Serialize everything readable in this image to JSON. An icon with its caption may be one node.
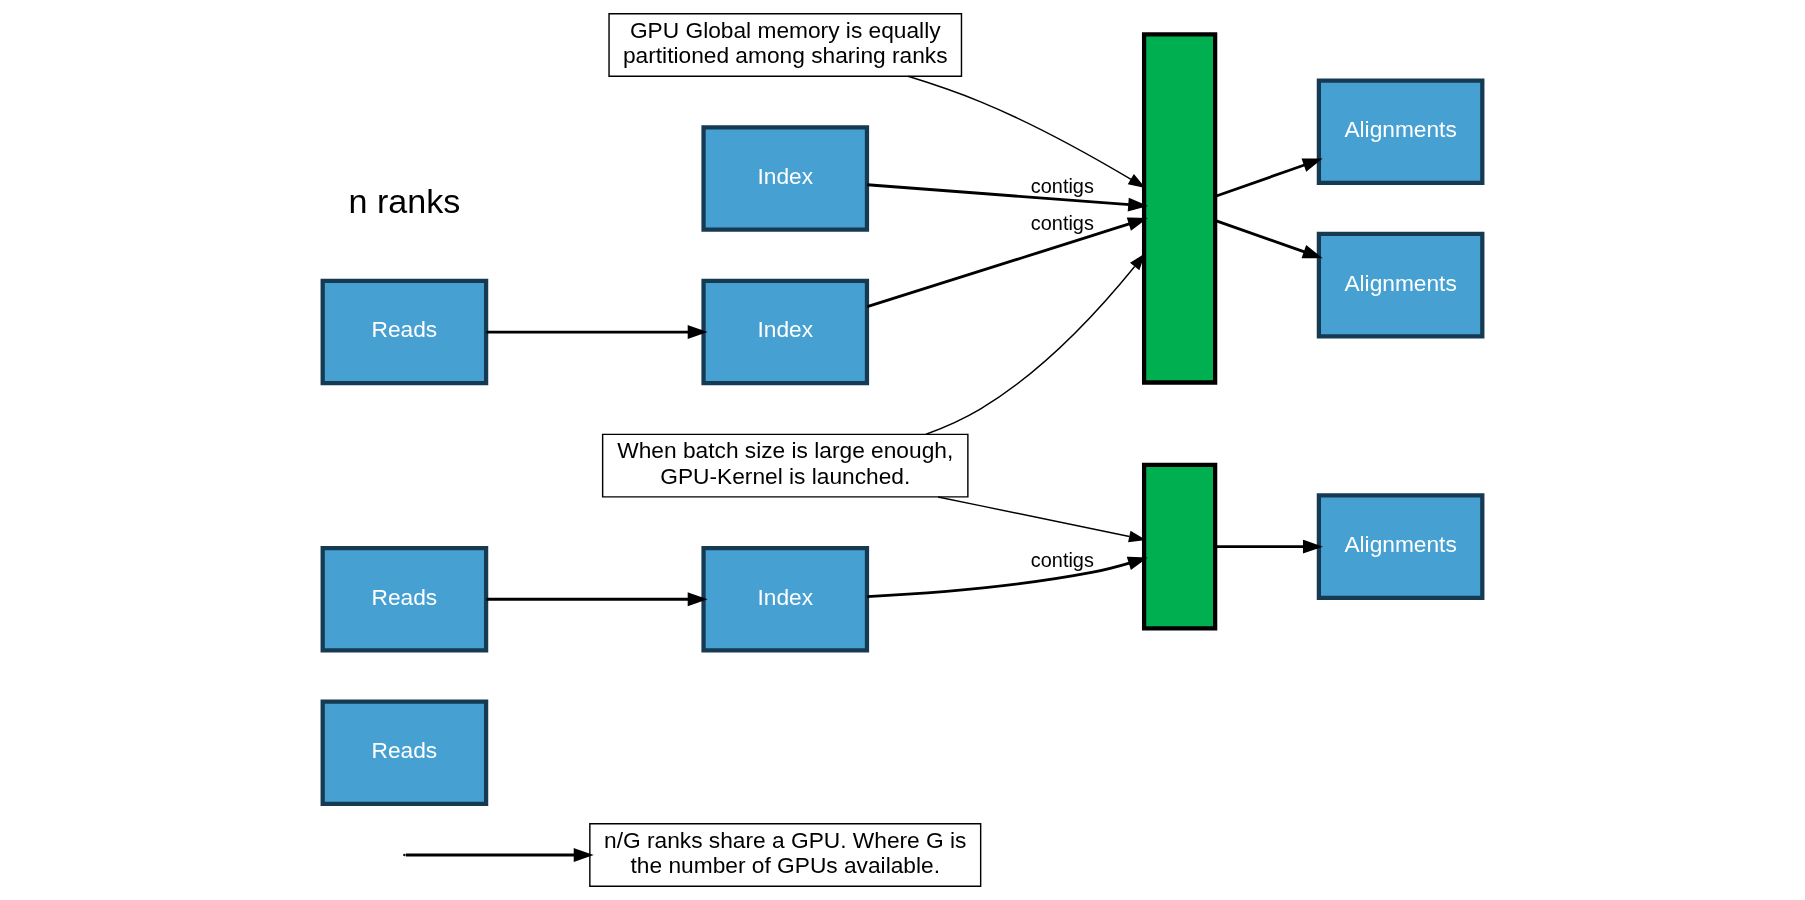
{
  "diagram": {
    "nodes": [
      {
        "text": [
          "n/G ranks share a GPU. Where G is the number of GPUs available."
        ]
      },
      {
        "text": [
          "Reads"
        ]
      },
      {
        "text": [
          "Index"
        ]
      },
      {
        "text": [],
        "shape": "bar"
      },
      {
        "text": [
          "Alignments"
        ]
      },
      {
        "text": [
          "Reads"
        ]
      },
      {
        "text": [
          "Index"
        ]
      },
      {
        "text": [
          "Alignments"
        ]
      },
      {
        "text": [
          "Reads"
        ]
      },
      {
        "text": [
          "Index"
        ]
      },
      {
        "text": [],
        "shape": "bar"
      },
      {
        "text": [
          "Alignments"
        ]
      },
      {
        "text": [
          "When batch size is large enough, GPU-Kernel is launched."
        ]
      },
      {
        "text": [
          "GPU Global memory is equally partitioned among sharing ranks"
        ]
      }
    ],
    "edges": [
      {
        "from": null,
        "to": 0,
        "arrow": "to"
      },
      {
        "from": 2,
        "to": 3,
        "arrow": "to",
        "label": "contigs"
      },
      {
        "from": 3,
        "to": 4,
        "arrow": "to"
      },
      {
        "from": 5,
        "to": 6,
        "arrow": "to"
      },
      {
        "from": 6,
        "to": 3,
        "arrow": "to",
        "label": "contigs"
      },
      {
        "from": 3,
        "to": 7,
        "arrow": "to"
      },
      {
        "from": 8,
        "to": 9,
        "arrow": "to"
      },
      {
        "from": 9,
        "to": 10,
        "arrow": "to",
        "label": "contigs"
      },
      {
        "from": 10,
        "to": 11,
        "arrow": "to"
      },
      {
        "from": 12,
        "to": 3,
        "arrow": "to"
      },
      {
        "from": 12,
        "to": 10,
        "arrow": "to"
      },
      {
        "from": 13,
        "to": 3,
        "arrow": "to"
      }
    ],
    "labels": [
      "n ranks"
    ]
  }
}
